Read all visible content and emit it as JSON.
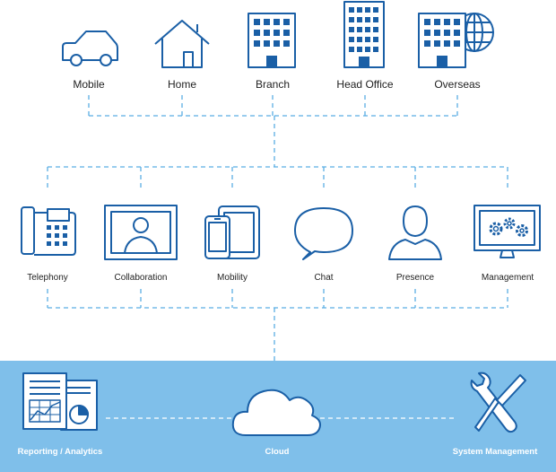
{
  "colors": {
    "stroke": "#1a5fa6",
    "connector": "#5aaee3",
    "band": "#7fbfea",
    "band_text": "#ffffff",
    "label_text": "#222222"
  },
  "locations": [
    {
      "label": "Mobile",
      "icon": "car-icon"
    },
    {
      "label": "Home",
      "icon": "house-icon"
    },
    {
      "label": "Branch",
      "icon": "office-building-icon"
    },
    {
      "label": "Head Office",
      "icon": "tall-office-building-icon"
    },
    {
      "label": "Overseas",
      "icon": "building-globe-icon"
    }
  ],
  "services": [
    {
      "label": "Telephony",
      "icon": "desk-phone-icon"
    },
    {
      "label": "Collaboration",
      "icon": "video-screen-icon"
    },
    {
      "label": "Mobility",
      "icon": "phone-tablet-icon"
    },
    {
      "label": "Chat",
      "icon": "speech-bubble-icon"
    },
    {
      "label": "Presence",
      "icon": "person-silhouette-icon"
    },
    {
      "label": "Management",
      "icon": "monitor-gears-icon"
    }
  ],
  "cloud_row": [
    {
      "label": "Reporting / Analytics",
      "icon": "reports-charts-icon"
    },
    {
      "label": "Cloud",
      "icon": "cloud-icon"
    },
    {
      "label": "System Management",
      "icon": "wrench-screwdriver-icon"
    }
  ]
}
